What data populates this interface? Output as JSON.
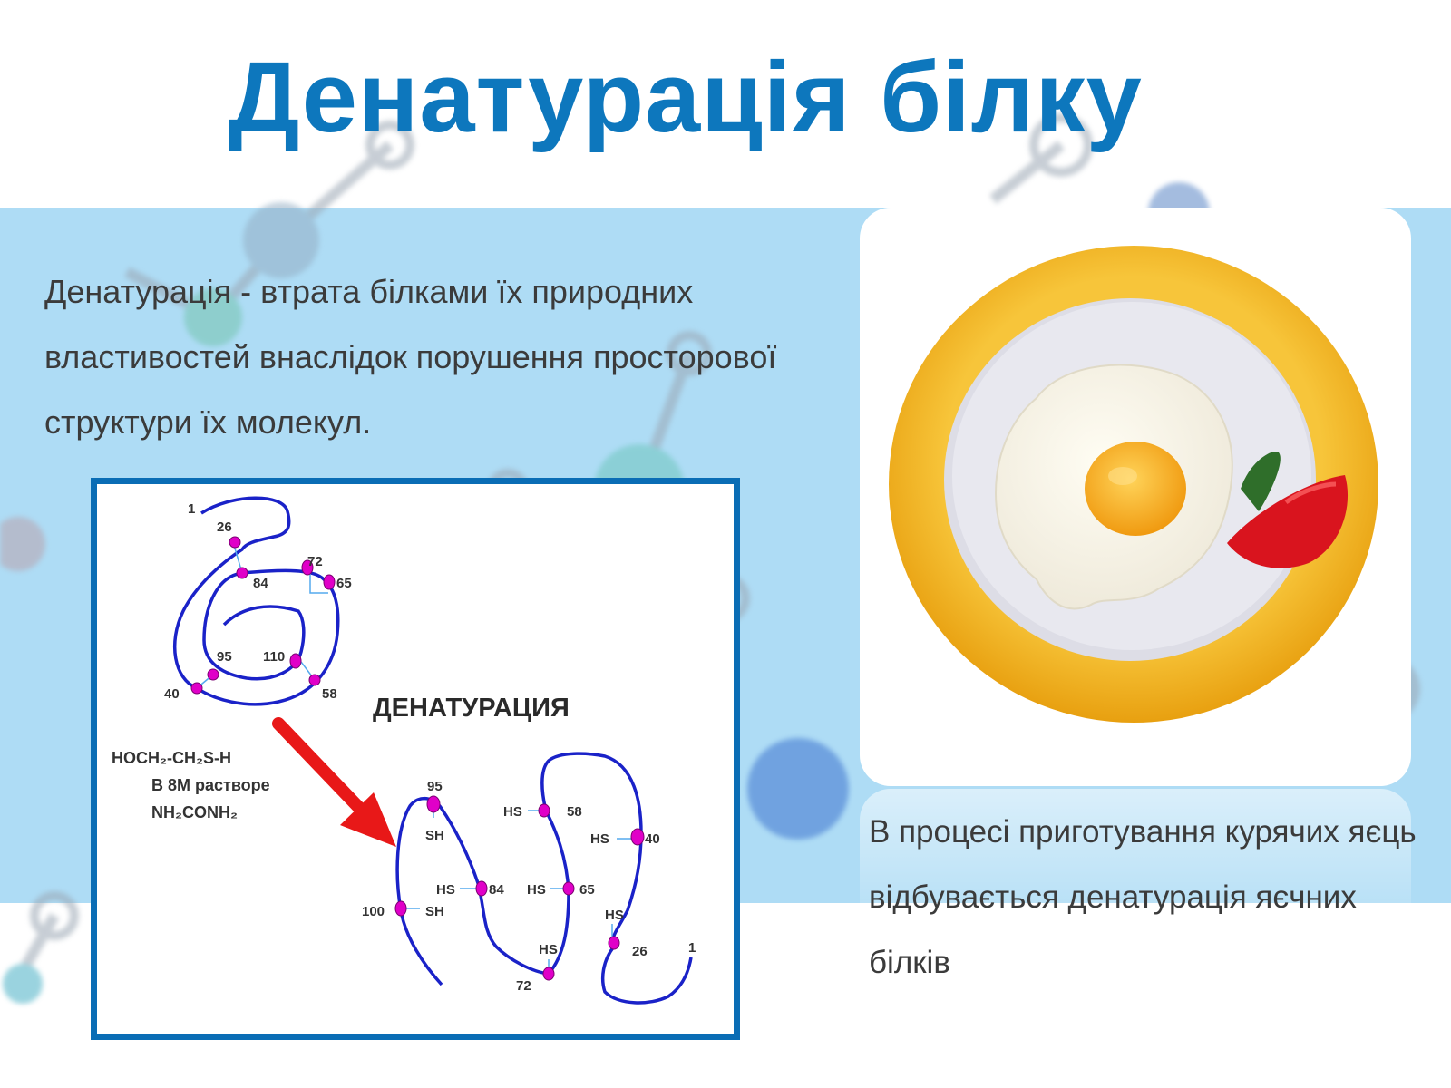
{
  "slide": {
    "title": "Денатурація білку",
    "definition": "Денатурація - втрата білками їх природних властивостей внаслідок порушення просторової структури їх молекул.",
    "caption": "В процесі приготування курячих яєць відбувається денатурація яєчних білків"
  },
  "diagram": {
    "heading": "ДЕНАТУРАЦИЯ",
    "reagent_line1": "HOCH₂-CH₂S-H",
    "reagent_line2": "В 8М растворе",
    "reagent_line3": "NH₂CONH₂",
    "native_labels": {
      "n1": "1",
      "n26": "26",
      "n72": "72",
      "n84": "84",
      "n65": "65",
      "n95": "95",
      "n110": "110",
      "n40": "40",
      "n58": "58"
    },
    "denatured_labels": {
      "n95": "95",
      "sh_a": "SH",
      "hs_84": "HS",
      "n84": "84",
      "n100": "100",
      "sh_b": "SH",
      "hs_58": "HS",
      "n58": "58",
      "hs_40": "HS",
      "n40": "40",
      "hs_65": "HS",
      "n65": "65",
      "hs_72": "HS",
      "n72": "72",
      "hs_26": "HS",
      "n26": "26",
      "n1": "1"
    }
  },
  "colors": {
    "title": "#0d77bd",
    "band": "#aedcf5",
    "frame": "#0a6db5",
    "chain": "#1a22c8",
    "bond_node": "#e000c8",
    "arrow": "#e81818",
    "plate_rim": "#f2b51c",
    "yolk": "#f6ad1c",
    "tomato": "#d9141e"
  },
  "icons": {
    "photo": "fried-egg-plate-icon",
    "arrow": "red-arrow-icon"
  }
}
